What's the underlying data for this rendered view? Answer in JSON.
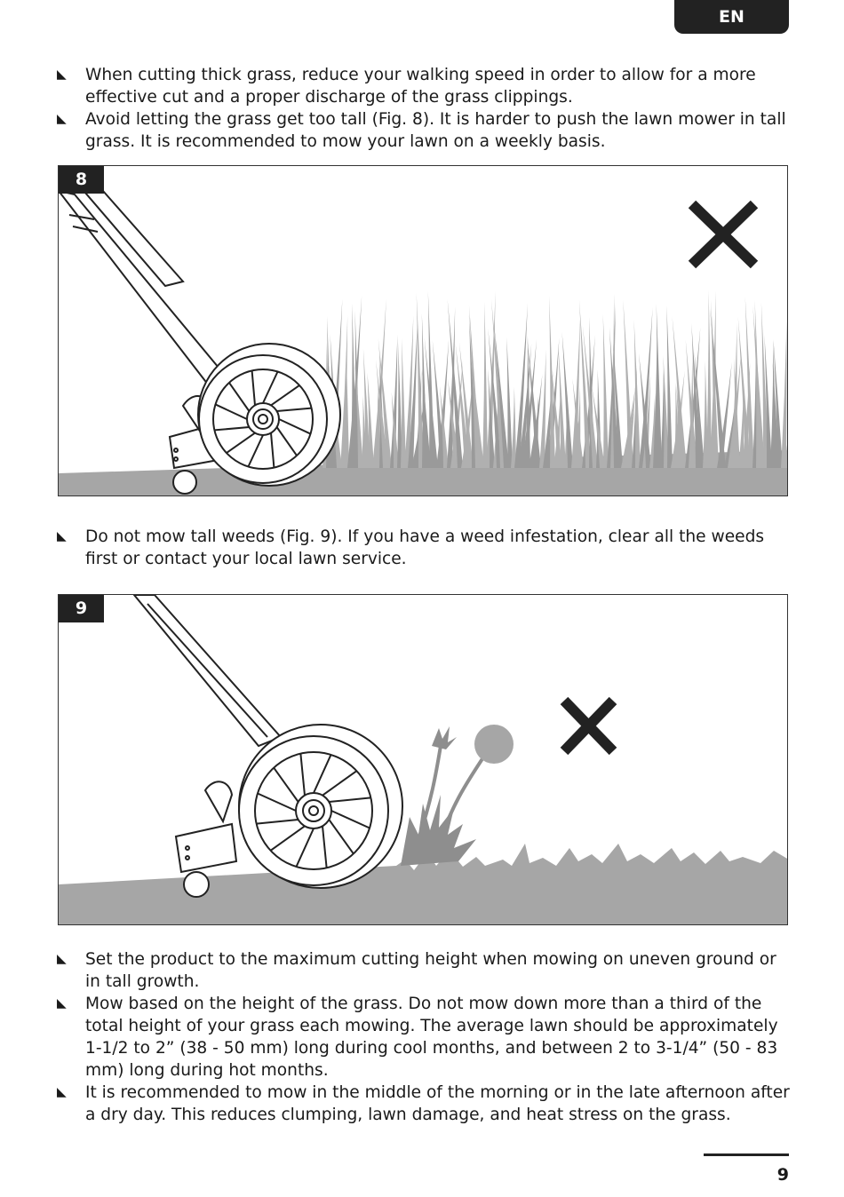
{
  "header": {
    "lang": "EN"
  },
  "bullets_top": [
    "When cutting thick grass, reduce your walking speed in order to allow for a more effective cut and a proper discharge of the grass clippings.",
    "Avoid letting the grass get too tall (Fig. 8). It is harder to push the lawn mower in tall grass. It is recommended to mow your lawn on a weekly basis."
  ],
  "figure8": {
    "number": "8"
  },
  "bullets_mid": [
    "Do not mow tall weeds (Fig. 9). If you have a weed infestation, clear all the weeds first or contact your local lawn service."
  ],
  "figure9": {
    "number": "9"
  },
  "bullets_bottom": [
    "Set the product to the maximum cutting height when mowing on uneven ground or in tall growth.",
    "Mow based on the height of the grass. Do not mow down more than a third of the total height of your grass each mowing. The average lawn should be approximately 1-1/2 to 2” (38 - 50 mm) long during cool months, and between 2 to 3-1/4” (50 - 83 mm) long during hot months.",
    "It is recommended to mow in the middle of the morning or in the late afternoon after a dry day. This reduces clumping, lawn damage, and heat stress on the grass."
  ],
  "footer": {
    "page_number": "9"
  },
  "colors": {
    "ground": "#a6a6a6",
    "dark": "#222222"
  },
  "icons": {
    "bullet": "triangle-bullet-icon",
    "wrong": "cross-icon"
  }
}
